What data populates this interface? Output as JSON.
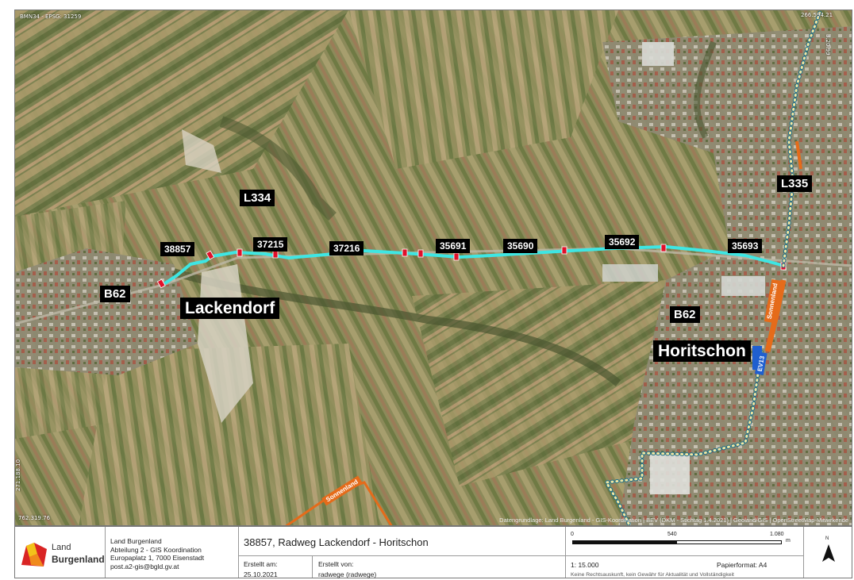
{
  "map": {
    "crs_label": "BMN34 - EPSG: 31259",
    "coord_top_right": "266.594.21",
    "coord_right_vertical": "3.20.99",
    "coord_bottom_left": "762.319.76",
    "coord_left_vertical": "271.188.10",
    "attribution": "Datengrundlage: Land Burgenland - GIS-Koordination | BEV (DKM - Stichtag 1.4.2021) | Geoland/GIS | OpenStreetMap-Mitwirkende",
    "segment_labels": [
      "38857",
      "37215",
      "37216",
      "35691",
      "35690",
      "35692",
      "35693"
    ],
    "road_labels": [
      "L334",
      "L335",
      "B62",
      "B62"
    ],
    "place_labels": [
      "Lackendorf",
      "Horitschon"
    ],
    "route_labels": [
      "Sonnenland",
      "Sonnenland",
      "EV13"
    ],
    "colors": {
      "cycle_route": "#3ee6e3",
      "segment_marker": "#e0102a",
      "bike_network": "#e56b1a",
      "dotted_route": "#1d6f8a",
      "dotted_route_fill": "#f3e6a0"
    }
  },
  "footer": {
    "logo": {
      "line1": "Land",
      "line2": "Burgenland"
    },
    "org": {
      "name": "Land Burgenland",
      "dept": "Abteilung 2 - GIS Koordination",
      "address": "Europaplatz 1, 7000 Eisenstadt",
      "email": "post.a2-gis@bgld.gv.at"
    },
    "title": "38857, Radweg Lackendorf - Horitschon",
    "created_on_label": "Erstellt am:",
    "created_on_value": "25.10.2021",
    "created_by_label": "Erstellt von:",
    "created_by_value": "radwege (radwege)",
    "scale_ticks": [
      "0",
      "540",
      "1.080"
    ],
    "scale_unit": "m",
    "scale_ratio": "1: 15.000",
    "paper_format": "Papierformat: A4",
    "disclaimer": "Keine Rechtsauskunft, kein Gewähr für Aktualität und Vollständigkeit",
    "north_label": "N"
  }
}
